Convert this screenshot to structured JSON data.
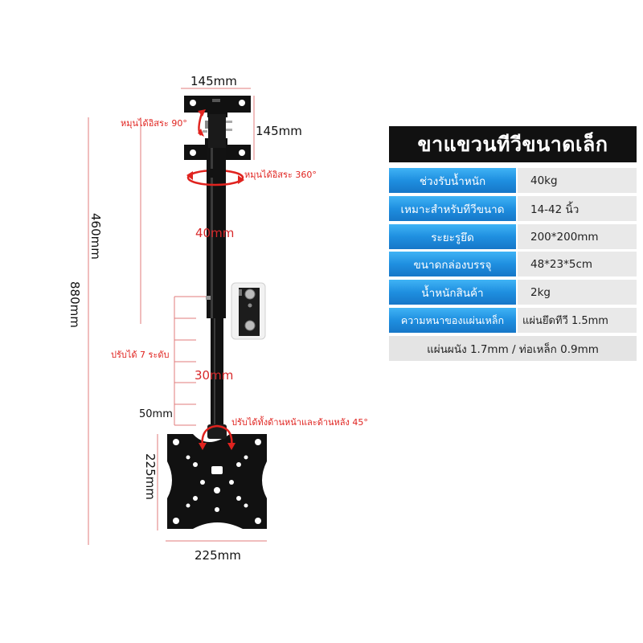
{
  "dimensions": {
    "top_bracket_width": "145mm",
    "top_bracket_height": "145mm",
    "upper_pole_length": "460mm",
    "total_height": "880mm",
    "upper_pole_diameter": "40mm",
    "lower_pole_diameter": "30mm",
    "adjust_step": "50mm",
    "plate_height": "225mm",
    "plate_width": "225mm"
  },
  "notes": {
    "tilt_90": "หมุนได้อิสระ 90°",
    "swivel_360": "หมุนได้อิสระ 360°",
    "levels_7": "ปรับได้ 7 ระดับ",
    "tilt_45": "ปรับได้ทั้งด้านหน้าและด้านหลัง 45°"
  },
  "spec": {
    "title": "ขาแขวนทีวีขนาดเล็ก",
    "rows": [
      {
        "label": "ช่วงรับน้ำหนัก",
        "value": "40kg"
      },
      {
        "label": "เหมาะสำหรับทีวีขนาด",
        "value": "14-42 นิ้ว"
      },
      {
        "label": "ระยะรูยึด",
        "value": "200*200mm"
      },
      {
        "label": "ขนาดกล่องบรรจุ",
        "value": "48*23*5cm"
      },
      {
        "label": "น้ำหนักสินค้า",
        "value": "2kg"
      },
      {
        "label": "ความหนาของแผ่นเหล็ก",
        "value": "แผ่นยึดทีวี 1.5mm"
      }
    ],
    "footer": "แผ่นผนัง 1.7mm / ท่อเหล็ก 0.9mm"
  },
  "colors": {
    "accent_red": "#e0231f",
    "label_blue": "#1f8fe0",
    "title_bg": "#111111",
    "value_bg": "#e9e9e9"
  }
}
